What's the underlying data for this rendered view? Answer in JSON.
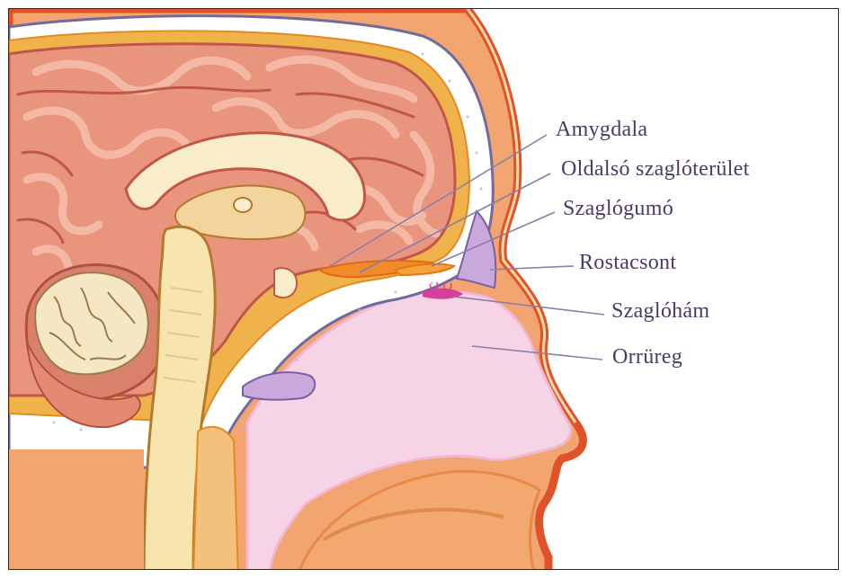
{
  "labels": {
    "amygdala": "Amygdala",
    "lateral_olfactory_area": "Oldalsó szaglóterület",
    "olfactory_bulb": "Szaglógumó",
    "ethmoid_bone": "Rostacsont",
    "olfactory_epithelium": "Szaglóhám",
    "nasal_cavity": "Orrüreg"
  },
  "colors": {
    "skin": "#f2a570",
    "skin_outline": "#e0522a",
    "brain": "#e9957e",
    "brain_fold": "#f4b9a4",
    "brain_shadow": "#c05748",
    "skull_fill": "#ffffff",
    "dura": "#efa52c",
    "nasal_cavity": "#f7d3e6",
    "sinus": "#c8a8dd",
    "cerebellum": "#f5e7c4",
    "brainstem": "#f7e4ae",
    "label_text": "#4b3a67",
    "leader_line": "#8a7fa6"
  }
}
